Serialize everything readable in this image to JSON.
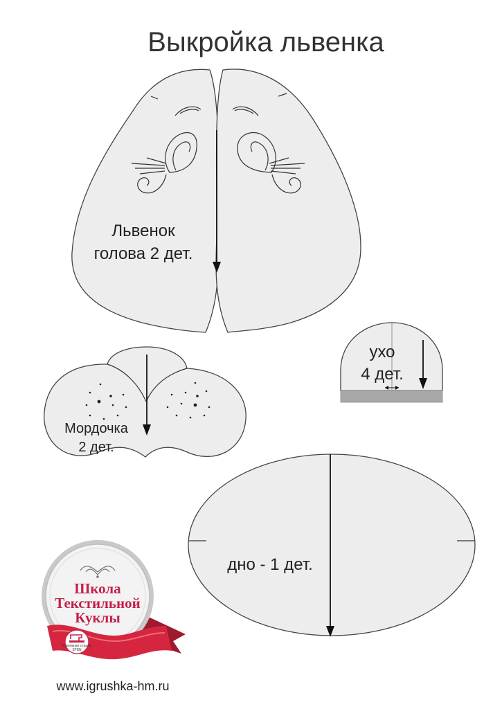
{
  "title": "Выкройка львенка",
  "pieces": {
    "head": {
      "label_line1": "Львенок",
      "label_line2": "голова 2 дет."
    },
    "muzzle": {
      "label_line1": "Мордочка",
      "label_line2": "2 дет."
    },
    "ear": {
      "label_line1": "ухо",
      "label_line2": "4 дет."
    },
    "bottom": {
      "label": "дно - 1 дет."
    }
  },
  "logo": {
    "line1": "Школа",
    "line2": "Текстильной",
    "line3": "Куклы",
    "small_line1": "Кукольная страна",
    "small_line2": "STEN",
    "icon": "sewing-machine-icon",
    "ribbon_color": "#d6263f"
  },
  "website": "www.igrushka-hm.ru"
}
